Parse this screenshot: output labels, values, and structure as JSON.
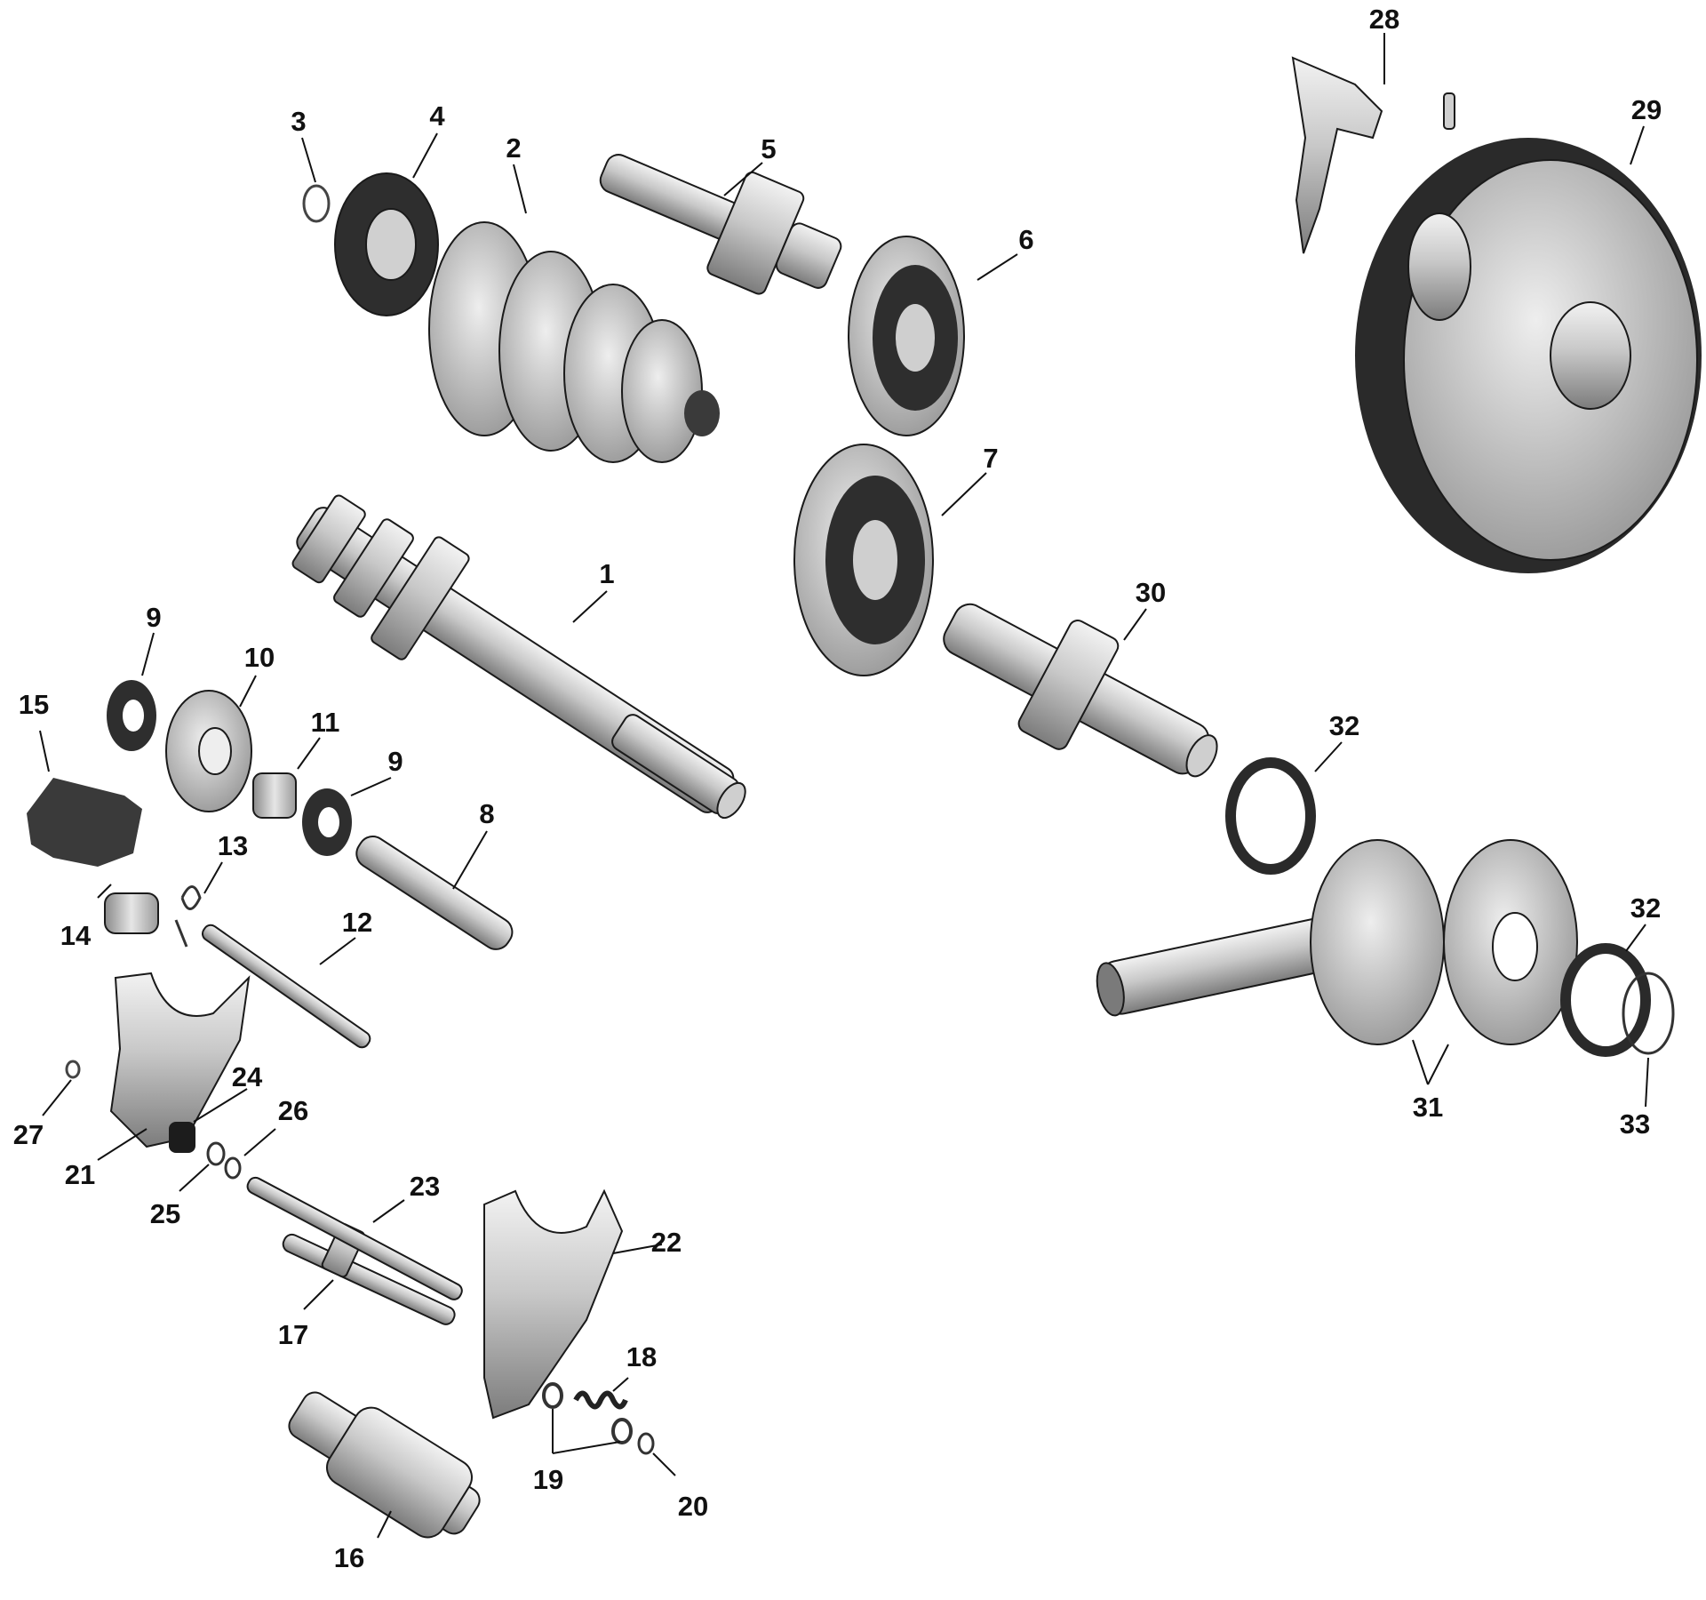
{
  "diagram": {
    "callouts": [
      "1",
      "2",
      "3",
      "4",
      "5",
      "6",
      "7",
      "8",
      "9",
      "9",
      "10",
      "11",
      "12",
      "13",
      "14",
      "15",
      "16",
      "17",
      "18",
      "19",
      "20",
      "21",
      "22",
      "23",
      "24",
      "25",
      "26",
      "27",
      "28",
      "29",
      "30",
      "31",
      "32",
      "32",
      "33"
    ]
  },
  "colors": {
    "metal_light": "#d9d9d9",
    "metal_mid": "#a8a8a8",
    "metal_dark": "#4a4a4a",
    "ink": "#111111"
  }
}
